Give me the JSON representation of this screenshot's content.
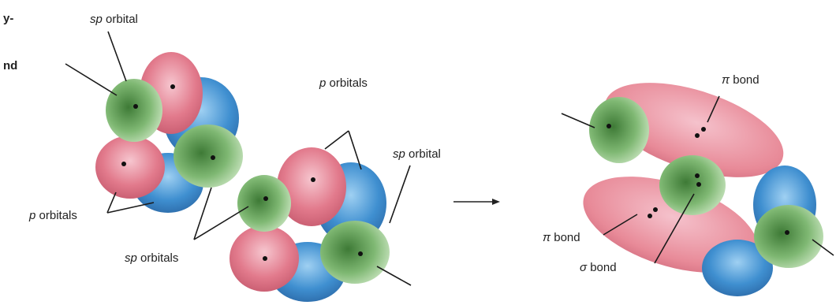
{
  "fragments": {
    "top": "y-",
    "second": "nd"
  },
  "labels": {
    "sp_orbital_top": {
      "italic": "sp",
      "rest": " orbital"
    },
    "p_orbitals_top": {
      "italic": "p",
      "rest": " orbitals"
    },
    "sp_orbital_right": {
      "italic": "sp",
      "rest": " orbital"
    },
    "p_orbitals_bottom": {
      "italic": "p",
      "rest": " orbitals"
    },
    "sp_orbitals_bottom": {
      "italic": "sp",
      "rest": " orbitals"
    },
    "pi_bond_top": {
      "symbol": "π",
      "rest": " bond"
    },
    "pi_bond_left": {
      "symbol": "π",
      "rest": " bond"
    },
    "sigma_bond": {
      "symbol": "σ",
      "rest": " bond"
    }
  },
  "colors": {
    "p_lobe": "#e27a8c",
    "p_lobe_alt": "#ea9aa7",
    "p_lobe_blue": "#3f8fd0",
    "sp_lobe": "#5e9c52",
    "sp_lobe_light": "#cfe6c4",
    "bond_cloud": "#e88a98"
  }
}
